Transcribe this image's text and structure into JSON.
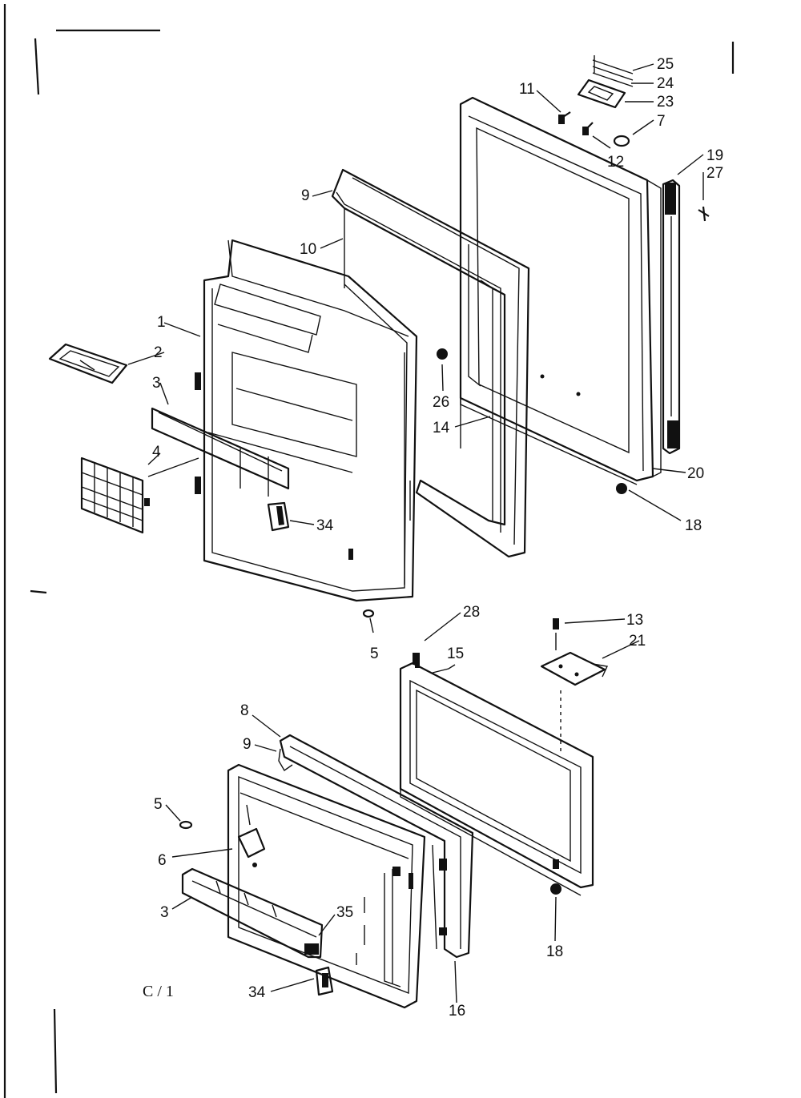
{
  "diagram": {
    "code_label": "C / 1",
    "part_numbers": [
      "1",
      "2",
      "3",
      "4",
      "34",
      "9",
      "10",
      "26",
      "14",
      "11",
      "25",
      "24",
      "23",
      "7",
      "12",
      "19",
      "27",
      "20",
      "18",
      "5",
      "28",
      "15",
      "13",
      "21",
      "8",
      "9",
      "5",
      "6",
      "3",
      "35",
      "34",
      "16",
      "18"
    ]
  }
}
